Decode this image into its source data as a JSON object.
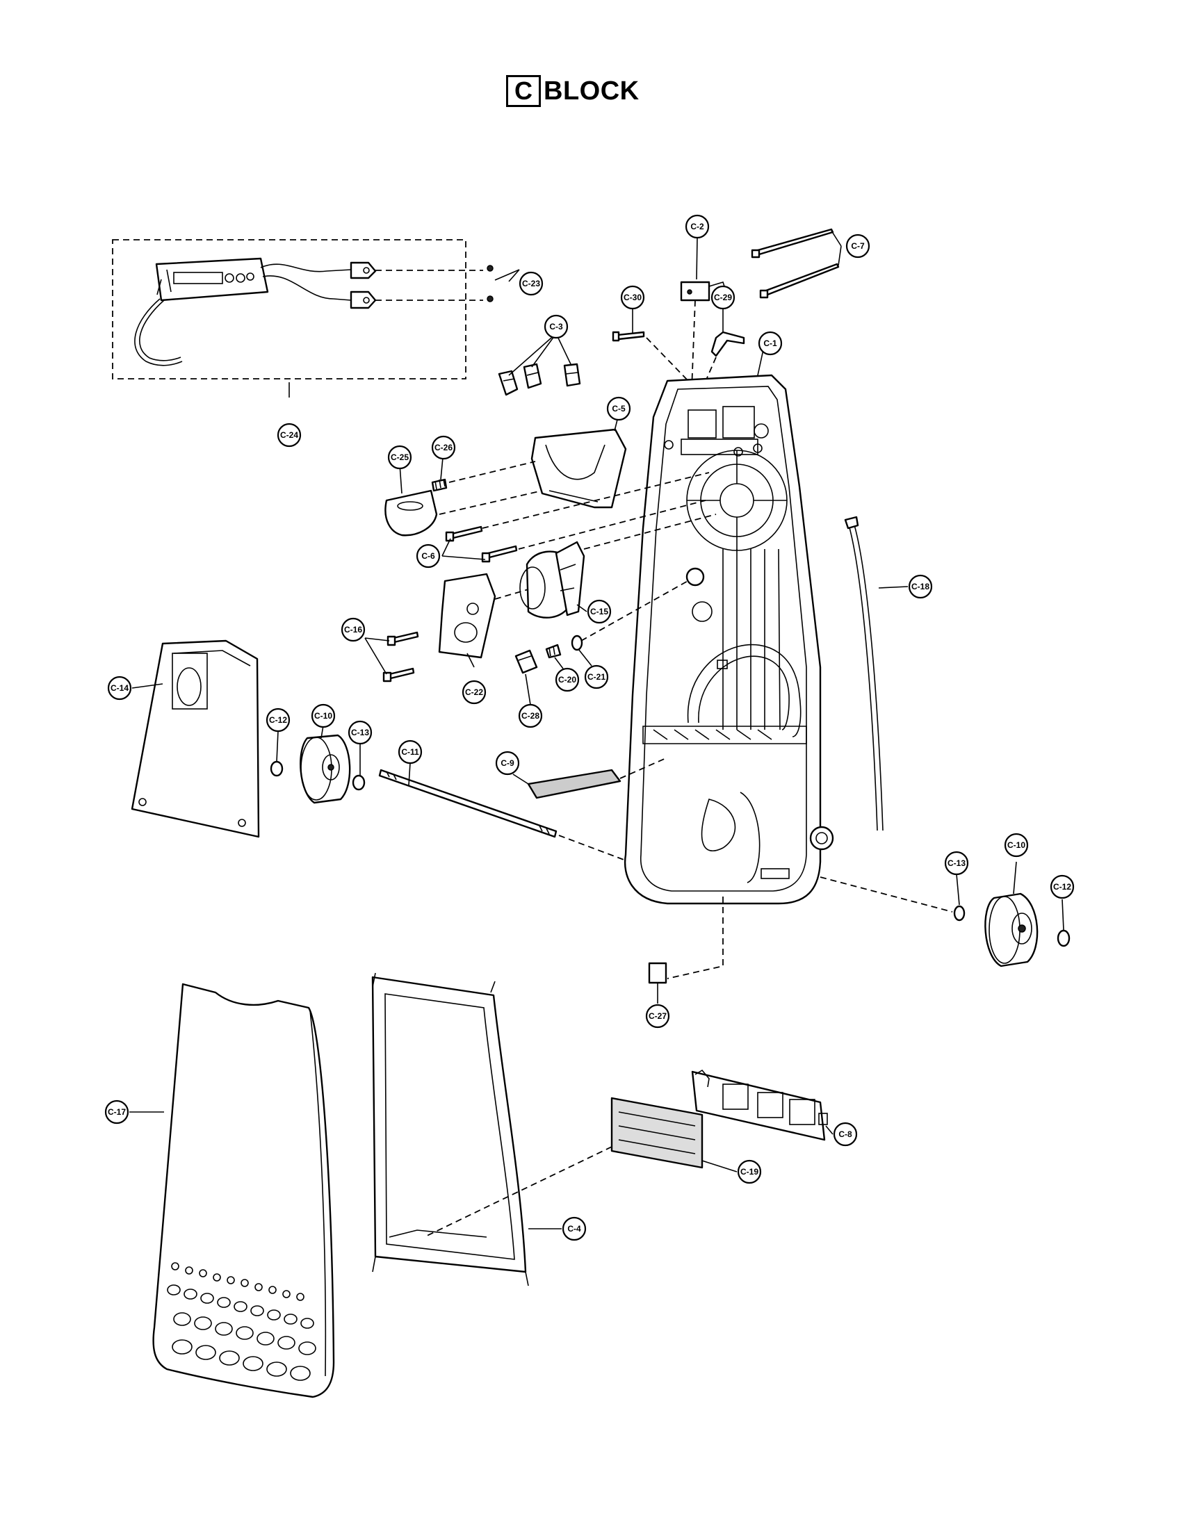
{
  "title": {
    "letter": "C",
    "word": "BLOCK"
  },
  "callouts": {
    "c1": "C-1",
    "c2": "C-2",
    "c3": "C-3",
    "c4": "C-4",
    "c5": "C-5",
    "c6": "C-6",
    "c7": "C-7",
    "c8": "C-8",
    "c9": "C-9",
    "c10": "C-10",
    "c11": "C-11",
    "c12": "C-12",
    "c13": "C-13",
    "c14": "C-14",
    "c15": "C-15",
    "c16": "C-16",
    "c17": "C-17",
    "c18": "C-18",
    "c19": "C-19",
    "c20": "C-20",
    "c21": "C-21",
    "c22": "C-22",
    "c23": "C-23",
    "c24": "C-24",
    "c25": "C-25",
    "c26": "C-26",
    "c27": "C-27",
    "c28": "C-28",
    "c29": "C-29",
    "c30": "C-30"
  }
}
